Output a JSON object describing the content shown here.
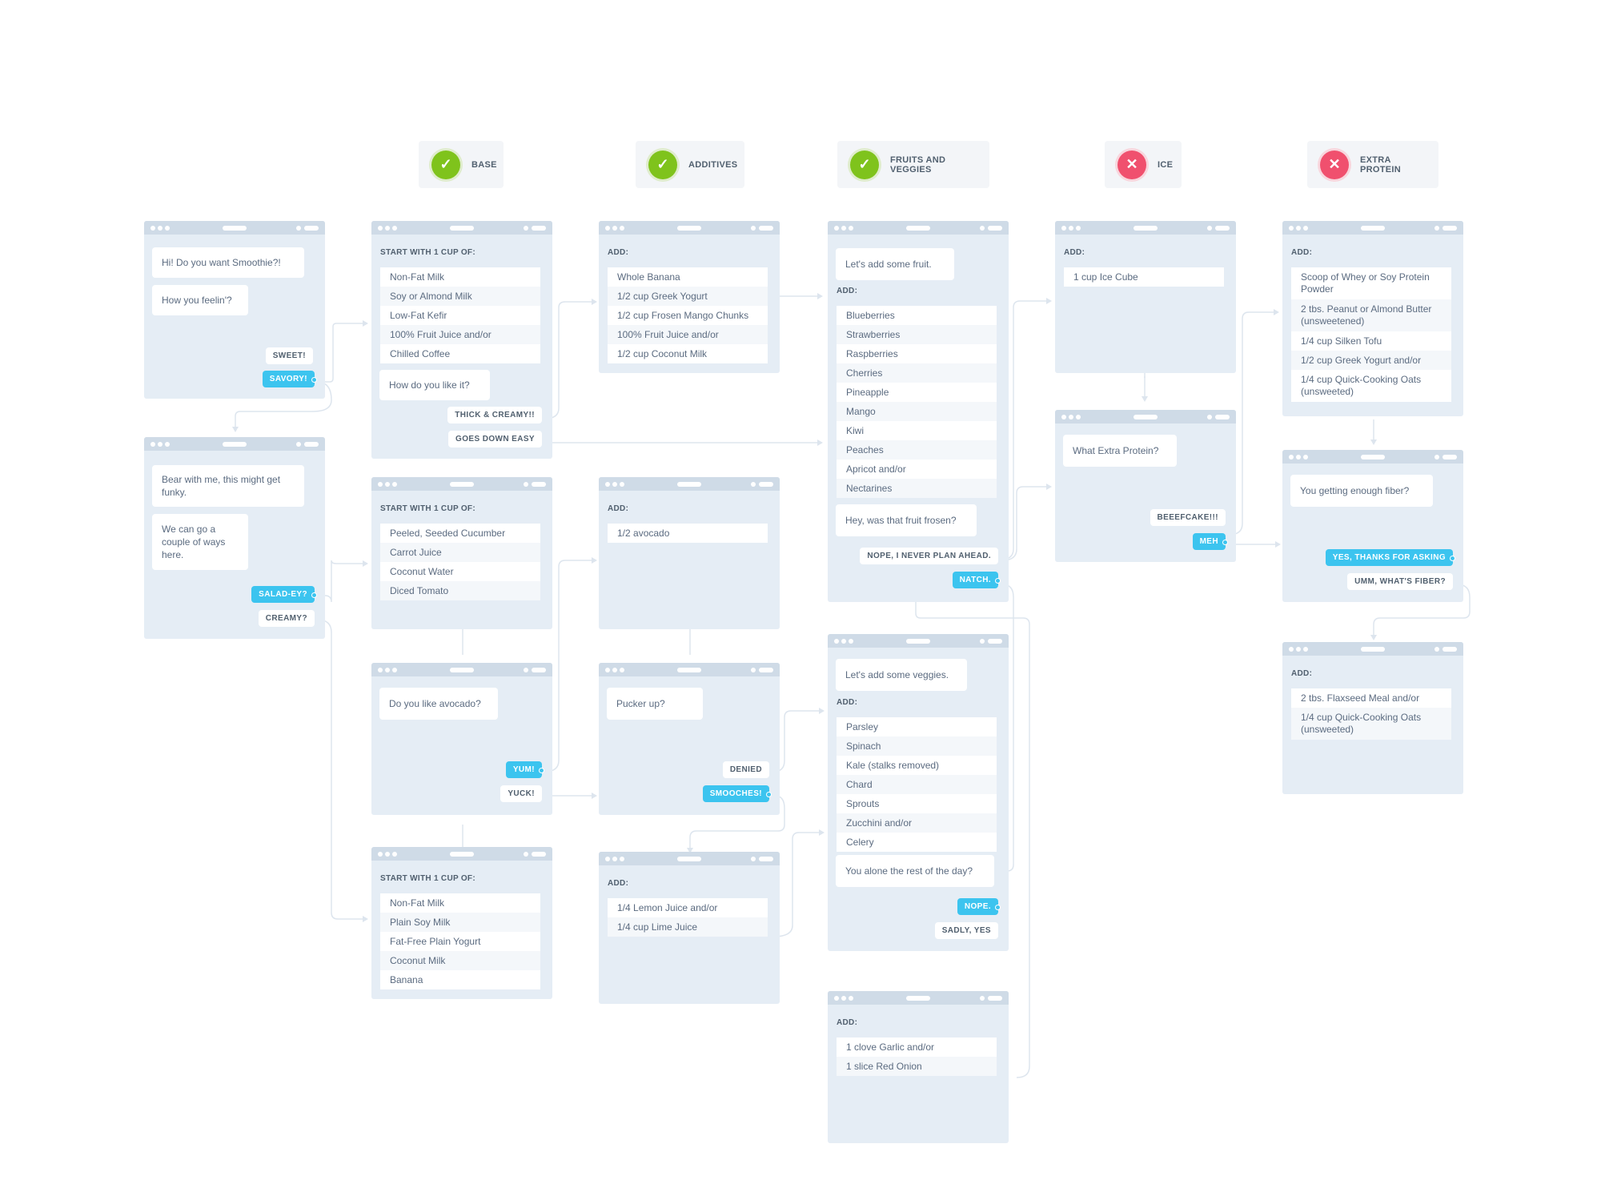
{
  "stages": [
    {
      "label": "BASE",
      "status": "check"
    },
    {
      "label": "ADDITIVES",
      "status": "check"
    },
    {
      "label": "FRUITS AND VEGGIES",
      "status": "check"
    },
    {
      "label": "ICE",
      "status": "cross"
    },
    {
      "label": "EXTRA PROTEIN",
      "status": "cross"
    }
  ],
  "cards": {
    "greeting": {
      "msg1": "Hi! Do you want Smoothie?!",
      "msg2": "How you feelin'?",
      "reply1": "SWEET!",
      "reply2": "SAVORY!"
    },
    "funky": {
      "msg1": "Bear with me, this might get funky.",
      "msg2": "We can go a couple of ways here.",
      "reply1": "SALAD-EY?",
      "reply2": "CREAMY?"
    },
    "base_sweet": {
      "label": "START WITH 1 CUP OF:",
      "items": [
        "Non-Fat Milk",
        "Soy or Almond Milk",
        "Low-Fat Kefir",
        "100% Fruit Juice and/or",
        "Chilled Coffee"
      ],
      "question": "How do you like it?",
      "reply1": "THICK & CREAMY!!",
      "reply2": "GOES DOWN EASY"
    },
    "base_salad": {
      "label": "START WITH 1 CUP OF:",
      "items": [
        "Peeled, Seeded Cucumber",
        "Carrot Juice",
        "Coconut Water",
        "Diced Tomato"
      ]
    },
    "avocado_q": {
      "msg": "Do you like avocado?",
      "reply1": "YUM!",
      "reply2": "YUCK!"
    },
    "base_creamy": {
      "label": "START WITH 1 CUP OF:",
      "items": [
        "Non-Fat Milk",
        "Plain Soy Milk",
        "Fat-Free Plain Yogurt",
        "Coconut Milk",
        "Banana"
      ]
    },
    "add_thick": {
      "label": "ADD:",
      "items": [
        "Whole Banana",
        "1/2 cup Greek Yogurt",
        "1/2 cup Frosen Mango Chunks",
        "100% Fruit Juice and/or",
        "1/2 cup Coconut Milk"
      ]
    },
    "add_avocado": {
      "label": "ADD:",
      "items": [
        "1/2 avocado"
      ]
    },
    "pucker": {
      "msg": "Pucker up?",
      "reply1": "DENIED",
      "reply2": "SMOOCHES!"
    },
    "add_citrus": {
      "label": "ADD:",
      "items": [
        "1/4 Lemon Juice and/or",
        "1/4 cup Lime Juice"
      ]
    },
    "fruit": {
      "msg": "Let's add some fruit.",
      "label": "ADD:",
      "items": [
        "Blueberries",
        "Strawberries",
        "Raspberries",
        "Cherries",
        "Pineapple",
        "Mango",
        "Kiwi",
        "Peaches",
        "Apricot and/or",
        "Nectarines"
      ],
      "question": "Hey, was that fruit frosen?",
      "reply1": "NOPE, I NEVER PLAN AHEAD.",
      "reply2": "NATCH."
    },
    "veggies": {
      "msg": "Let's add some veggies.",
      "label": "ADD:",
      "items": [
        "Parsley",
        "Spinach",
        "Kale (stalks removed)",
        "Chard",
        "Sprouts",
        "Zucchini and/or",
        "Celery"
      ],
      "question": "You alone the rest of the day?",
      "reply1": "NOPE.",
      "reply2": "SADLY, YES"
    },
    "garlic": {
      "label": "ADD:",
      "items": [
        "1 clove Garlic and/or",
        "1 slice Red Onion"
      ]
    },
    "ice": {
      "label": "ADD:",
      "items": [
        "1 cup Ice Cube"
      ]
    },
    "protein_q": {
      "msg": "What Extra Protein?",
      "reply1": "BEEEFCAKE!!!",
      "reply2": "MEH"
    },
    "protein_add": {
      "label": "ADD:",
      "items": [
        "Scoop of Whey or Soy Protein Powder",
        "2 tbs. Peanut or Almond Butter (unsweetened)",
        "1/4 cup Silken Tofu",
        "1/2 cup Greek Yogurt and/or",
        "1/4 cup Quick-Cooking Oats (unsweeted)"
      ]
    },
    "fiber_q": {
      "msg": "You getting enough fiber?",
      "reply1": "YES, THANKS FOR ASKING",
      "reply2": "UMM, WHAT'S FIBER?"
    },
    "fiber_add": {
      "label": "ADD:",
      "items": [
        "2 tbs. Flaxseed Meal and/or",
        "1/4 cup Quick-Cooking Oats (unsweeted)"
      ]
    }
  },
  "colors": {
    "accent": "#3cc4ef",
    "check": "#7fc31c",
    "cross": "#f0506e",
    "card": "#e5edf5",
    "titlebar": "#cfdbe7"
  }
}
